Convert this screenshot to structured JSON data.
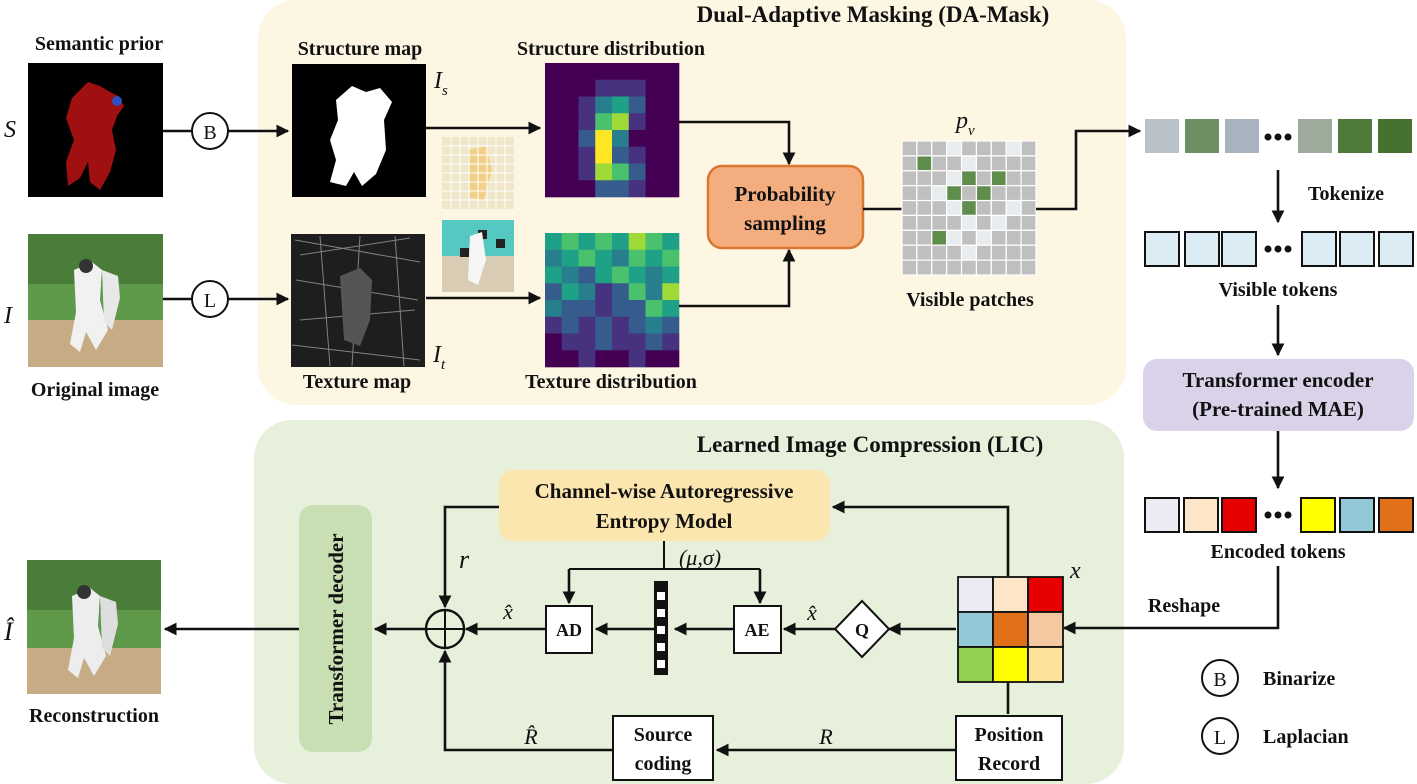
{
  "panels": {
    "da_mask": "Dual-Adaptive Masking (DA-Mask)",
    "lic": "Learned Image Compression (LIC)"
  },
  "labels": {
    "semantic_prior": "Semantic prior",
    "original_image": "Original image",
    "structure_map": "Structure map",
    "texture_map": "Texture map",
    "structure_distribution": "Structure distribution",
    "texture_distribution": "Texture distribution",
    "visible_patches": "Visible patches",
    "tokenize": "Tokenize",
    "visible_tokens": "Visible tokens",
    "encoded_tokens": "Encoded tokens",
    "reshape": "Reshape",
    "reconstruction": "Reconstruction",
    "binarize": "Binarize",
    "laplacian": "Laplacian"
  },
  "symbols": {
    "S": "S",
    "I": "I",
    "Is": "I",
    "Is_sub": "s",
    "It": "I",
    "It_sub": "t",
    "pv": "p",
    "pv_sub": "v",
    "x": "x",
    "xhat": "x̂",
    "xhat2": "x̂",
    "r": "r",
    "R": "R",
    "Rhat": "R̂",
    "Ihat": "Î",
    "musigma": "(μ,σ)",
    "B": "B",
    "L": "L"
  },
  "boxes": {
    "prob_sampling": [
      "Probability",
      "sampling"
    ],
    "transformer_encoder": [
      "Transformer encoder",
      "(Pre-trained MAE)"
    ],
    "entropy_model": [
      "Channel-wise Autoregressive",
      "Entropy Model"
    ],
    "transformer_decoder": "Transformer decoder",
    "source_coding": [
      "Source",
      "coding"
    ],
    "position_record": [
      "Position",
      "Record"
    ],
    "ad": "AD",
    "ae": "AE",
    "q": "Q"
  },
  "colors": {
    "da_panel": "#fdf6e3",
    "lic_panel": "#e6f0da",
    "prob_box": "#f4ad7e",
    "prob_border": "#d97630",
    "encoder_box": "#d9d2e9",
    "entropy_box": "#fce6b0",
    "decoder_box": "#c7dfb3",
    "token_blue": "#dbecf5",
    "encoded_tokens": [
      "#ecebf3",
      "#fde5c7",
      "#e60000",
      "#ffff00",
      "#93c8d7",
      "#e0701a"
    ],
    "x_grid": [
      "#ecebf3",
      "#fde5c7",
      "#e60000",
      "#93c8d7",
      "#e0701a",
      "#f4c8a0",
      "#92d050",
      "#ffff00",
      "#fde39a"
    ]
  }
}
